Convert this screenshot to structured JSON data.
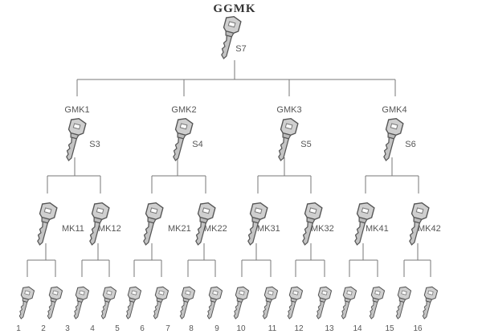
{
  "title": "GGMK",
  "top": {
    "label": "S7",
    "icon": "key-icon"
  },
  "grand_masters": [
    {
      "name": "GMK1",
      "code": "S3",
      "masters": [
        {
          "name": "MK11",
          "changes": [
            "1",
            "2"
          ]
        },
        {
          "name": "MK12",
          "changes": [
            "3",
            "4"
          ]
        }
      ]
    },
    {
      "name": "GMK2",
      "code": "S4",
      "masters": [
        {
          "name": "MK21",
          "changes": [
            "5",
            "6"
          ]
        },
        {
          "name": "MK22",
          "changes": [
            "7",
            "8"
          ]
        }
      ]
    },
    {
      "name": "GMK3",
      "code": "S5",
      "masters": [
        {
          "name": "MK31",
          "changes": [
            "9",
            "10"
          ]
        },
        {
          "name": "MK32",
          "changes": [
            "11",
            "12"
          ]
        }
      ]
    },
    {
      "name": "GMK4",
      "code": "S6",
      "masters": [
        {
          "name": "MK41",
          "changes": [
            "13",
            "14"
          ]
        },
        {
          "name": "MK42",
          "changes": [
            "15",
            "16"
          ]
        }
      ]
    }
  ],
  "bottom_numbers": [
    "1",
    "2",
    "3",
    "4",
    "5",
    "6",
    "7",
    "8",
    "9",
    "10",
    "11",
    "12",
    "13",
    "14",
    "15",
    "16"
  ],
  "colors": {
    "line": "#777777",
    "key_fill": "#c8c8c8",
    "key_stroke": "#555555"
  }
}
